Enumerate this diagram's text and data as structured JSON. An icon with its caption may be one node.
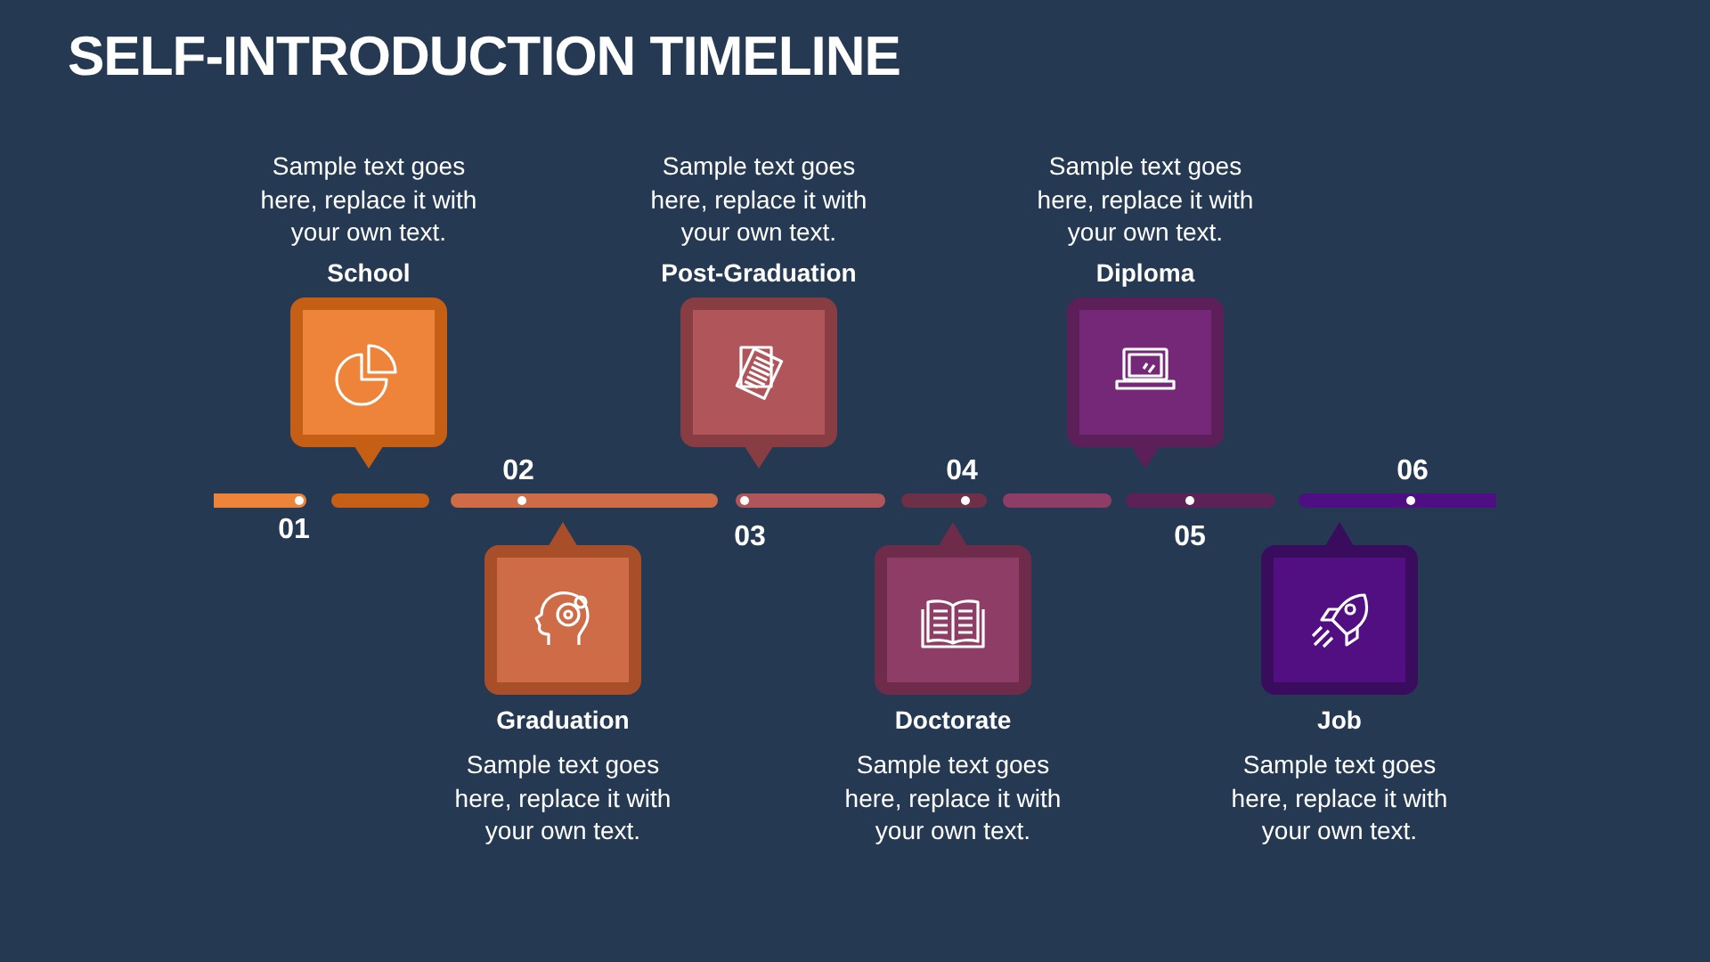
{
  "diagram": {
    "title": "SELF-INTRODUCTION TIMELINE",
    "nodes": [
      {
        "text": [
          "Sample text goes here, replace it with your own text.",
          "School"
        ]
      },
      {
        "text": [
          "Graduation",
          "Sample text goes here, replace it with your own text."
        ]
      },
      {
        "text": [
          "Sample text goes here, replace it with your own text.",
          "Post-Graduation"
        ]
      },
      {
        "text": [
          "Doctorate",
          "Sample text goes here, replace it with your own text."
        ]
      },
      {
        "text": [
          "Sample text goes here, replace it with your own text.",
          "Diploma"
        ]
      },
      {
        "text": [
          "Job",
          "Sample text goes here, replace it with your own text."
        ]
      }
    ],
    "labels": [
      "01",
      "02",
      "03",
      "04",
      "05",
      "06"
    ]
  }
}
